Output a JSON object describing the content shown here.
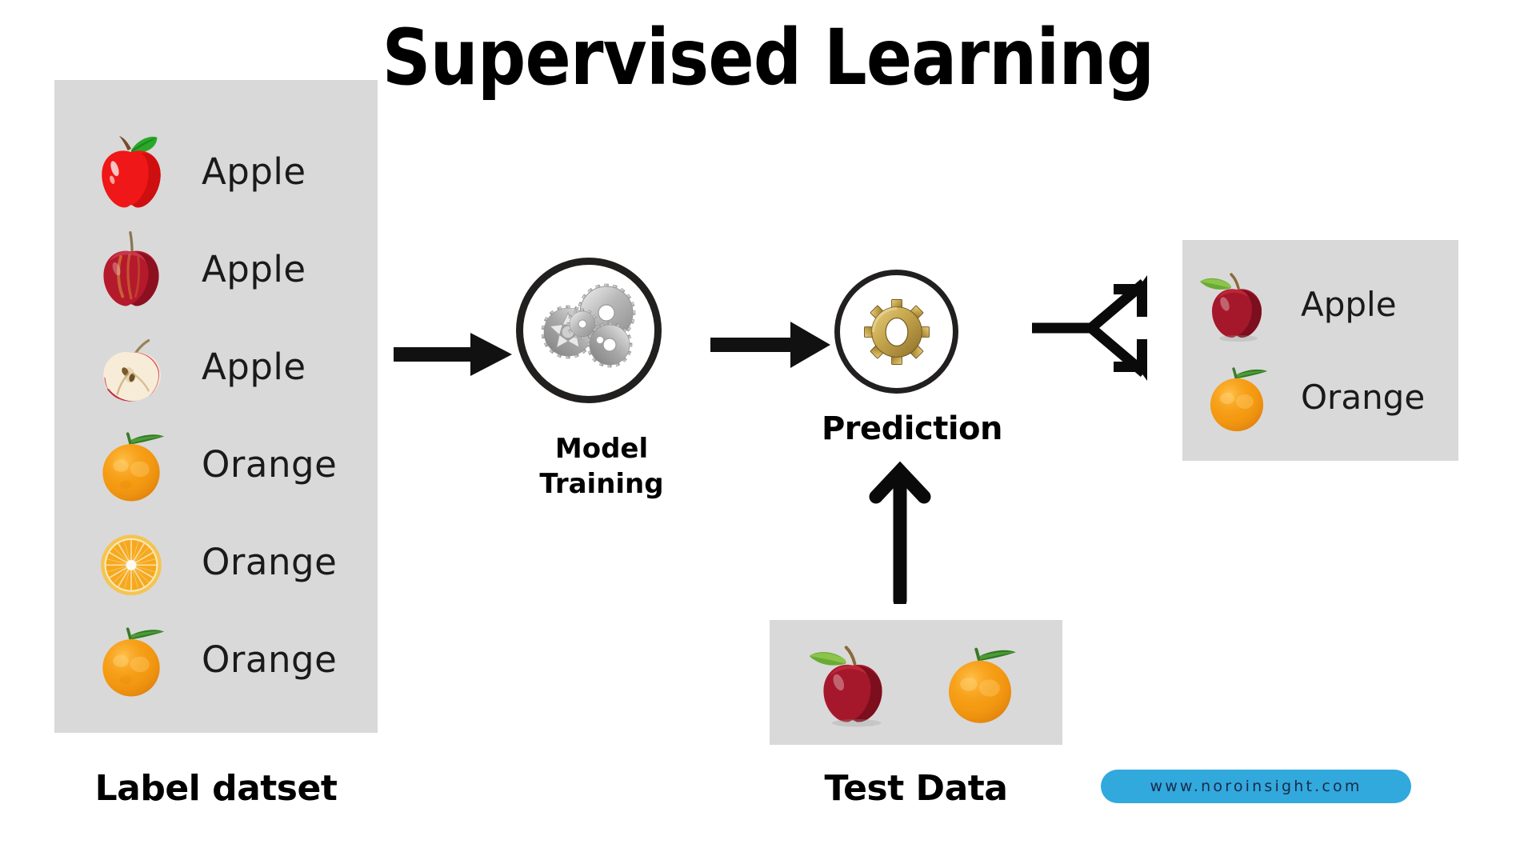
{
  "page": {
    "title": "Supervised Learning",
    "background_color": "#ffffff",
    "panel_color": "#d9d9d9",
    "ink_color": "#000000",
    "badge_color": "#31a9dd"
  },
  "label_dataset": {
    "caption": "Label datset",
    "rows": [
      {
        "icon": "red-apple-illustration-icon",
        "label": "Apple"
      },
      {
        "icon": "red-apple-photo-icon",
        "label": "Apple"
      },
      {
        "icon": "apple-half-cut-icon",
        "label": "Apple"
      },
      {
        "icon": "whole-orange-icon",
        "label": "Orange"
      },
      {
        "icon": "orange-slice-icon",
        "label": "Orange"
      },
      {
        "icon": "whole-orange-icon",
        "label": "Orange"
      }
    ]
  },
  "model_training": {
    "caption_line1": "Model",
    "caption_line2": "Training",
    "icon": "gears-cluster-icon"
  },
  "prediction": {
    "caption": "Prediction",
    "icon": "golden-gear-icon"
  },
  "test_data": {
    "caption": "Test Data",
    "items": [
      {
        "icon": "red-apple-leaf-icon"
      },
      {
        "icon": "whole-orange-icon"
      }
    ]
  },
  "result": {
    "rows": [
      {
        "icon": "red-apple-leaf-icon",
        "label": "Apple"
      },
      {
        "icon": "whole-orange-icon",
        "label": "Orange"
      }
    ]
  },
  "arrows": {
    "dataset_to_model": "arrow-right",
    "model_to_prediction": "arrow-right",
    "prediction_branch": "arrow-branch-two-way",
    "test_to_prediction": "arrow-up"
  },
  "footer": {
    "website": "www.noroinsight.com"
  }
}
